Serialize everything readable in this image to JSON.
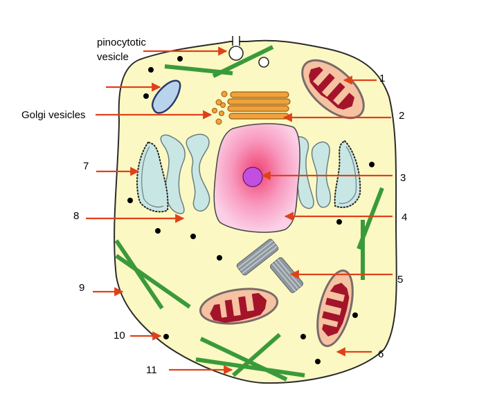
{
  "labels": {
    "pinocytotic_line1": "pinocytotic",
    "pinocytotic_line2": "vesicle",
    "golgi_vesicles": "Golgi vesicles",
    "n1": "1",
    "n2": "2",
    "n3": "3",
    "n4": "4",
    "n5": "5",
    "n6": "6",
    "n7": "7",
    "n8": "8",
    "n9": "9",
    "n10": "10",
    "n11": "11"
  },
  "colors": {
    "cytoplasm": "#fbf8c3",
    "outline": "#2a2a2a",
    "arrow": "#e0401a",
    "microfilament": "#3a9a3a",
    "mitochondrion_outer": "#f5c2a2",
    "cristae": "#a3142a",
    "golgi": "#f0a23a",
    "nucleus": "#f7b4d6",
    "nucleolus": "#c24fe0",
    "er": "#c8e6e4",
    "centriole": "#8e989e",
    "vacuole": "#b9d3ec"
  }
}
